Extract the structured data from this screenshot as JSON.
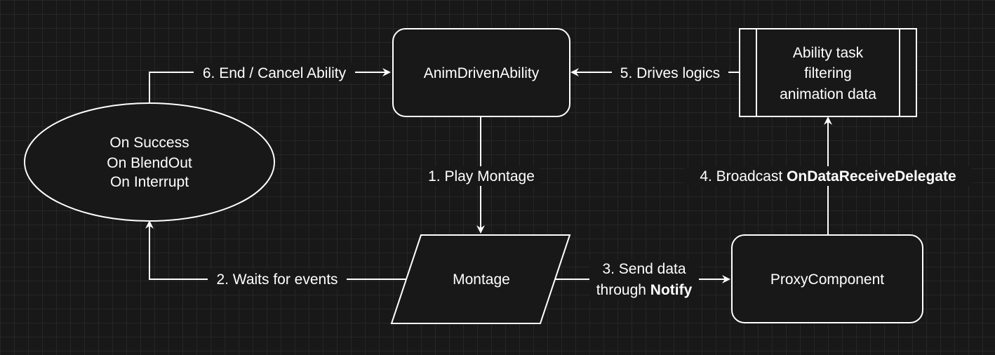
{
  "theme": {
    "background": "#181818",
    "grid": "#262626",
    "stroke": "#ffffff",
    "node_fill": "#181818",
    "text": "#ffffff"
  },
  "nodes": {
    "ability": {
      "label": "AnimDrivenAbility"
    },
    "task": {
      "lines": [
        "Ability task",
        "filtering",
        "animation data"
      ]
    },
    "events": {
      "lines": [
        "On Success",
        "On BlendOut",
        "On Interrupt"
      ]
    },
    "montage": {
      "label": "Montage"
    },
    "proxy": {
      "label": "ProxyComponent"
    }
  },
  "edges": {
    "play_montage": {
      "label": "1. Play Montage"
    },
    "waits_events": {
      "label": "2. Waits for events"
    },
    "send_data": {
      "line1": "3. Send data",
      "line2_prefix": "through ",
      "line2_bold": "Notify"
    },
    "broadcast": {
      "prefix": "4. Broadcast ",
      "bold": "OnDataReceiveDelegate"
    },
    "drives_logics": {
      "label": "5. Drives logics"
    },
    "end_cancel": {
      "label": "6. End / Cancel Ability"
    }
  }
}
